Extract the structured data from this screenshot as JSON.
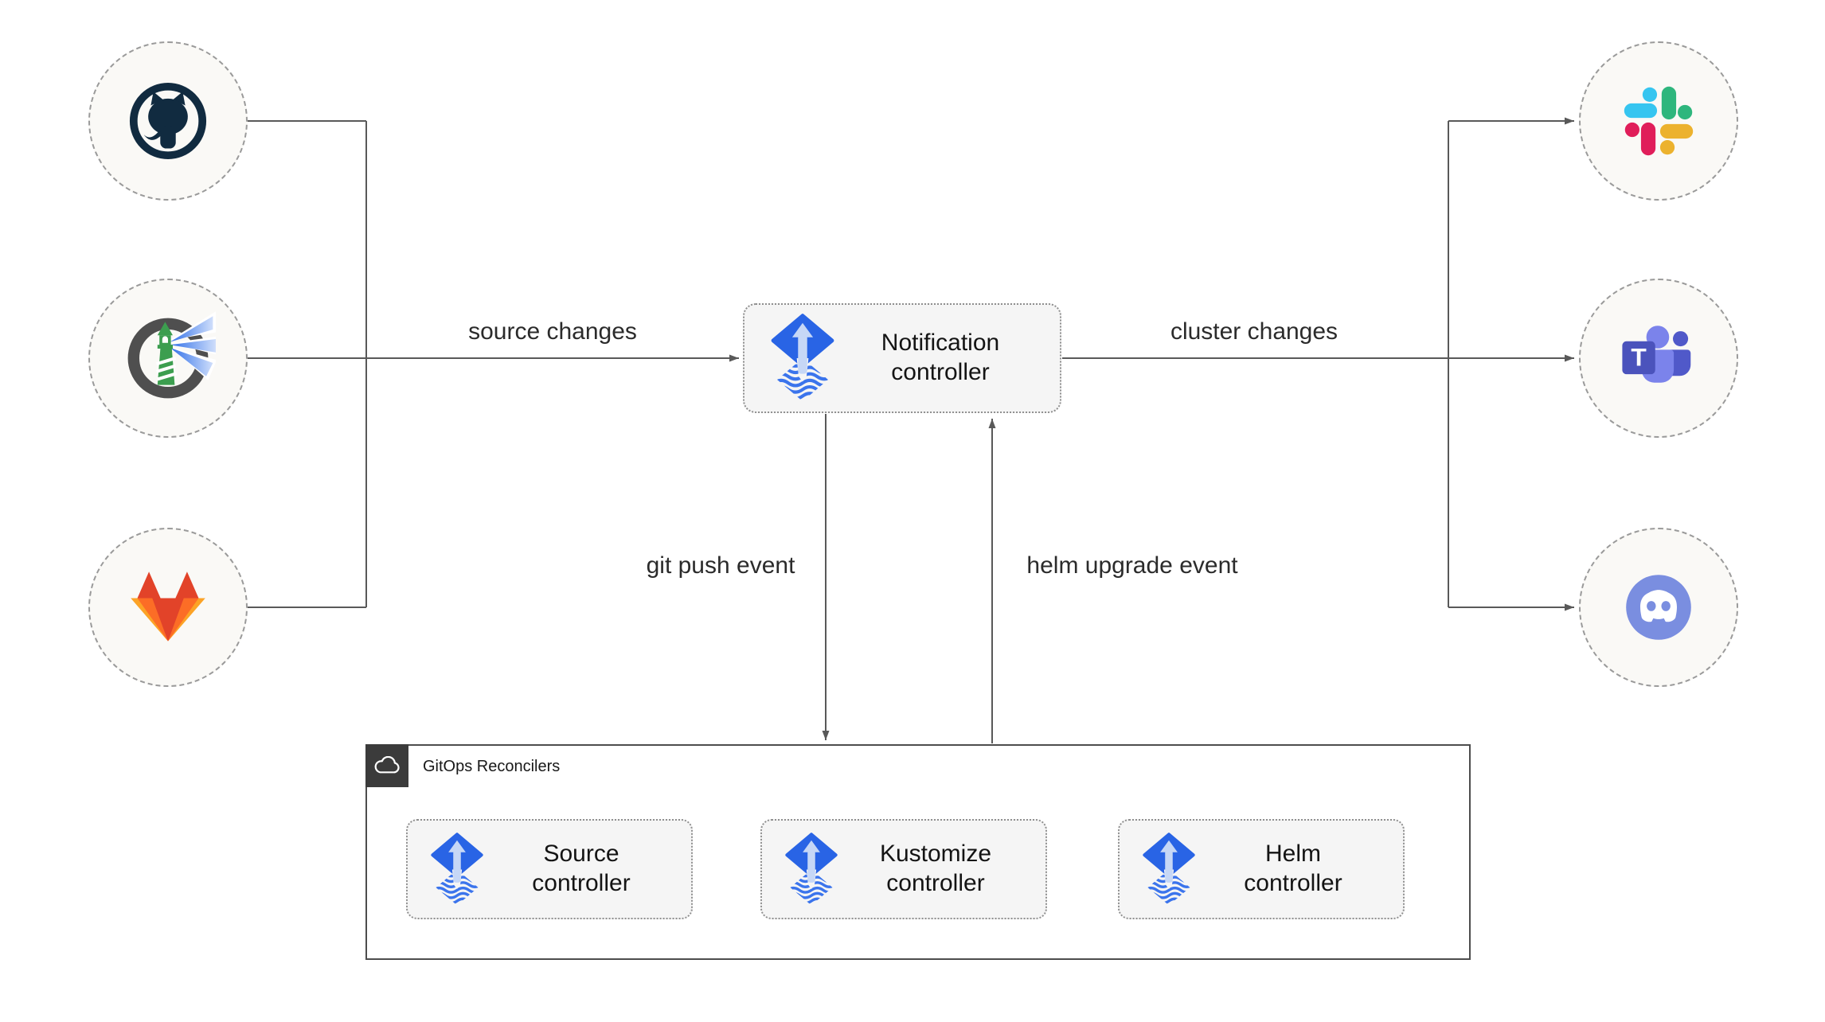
{
  "nodes": {
    "sources": [
      {
        "icon": "github-icon"
      },
      {
        "icon": "harbor-icon"
      },
      {
        "icon": "gitlab-icon"
      }
    ],
    "notification": {
      "icon": "flux-icon",
      "line1": "Notification",
      "line2": "controller"
    },
    "targets": [
      {
        "icon": "slack-icon"
      },
      {
        "icon": "teams-icon",
        "logo_letter": "T"
      },
      {
        "icon": "discord-icon"
      }
    ]
  },
  "edge_labels": {
    "source_changes": "source changes",
    "cluster_changes": "cluster changes",
    "git_push_event": "git push event",
    "helm_upgrade_event": "helm upgrade event"
  },
  "reconcilers": {
    "title": "GitOps Reconcilers",
    "corner_icon": "cloud-icon",
    "boxes": [
      {
        "icon": "flux-icon",
        "line1": "Source",
        "line2": "controller"
      },
      {
        "icon": "flux-icon",
        "line1": "Kustomize",
        "line2": "controller"
      },
      {
        "icon": "flux-icon",
        "line1": "Helm",
        "line2": "controller"
      }
    ]
  },
  "colors": {
    "flux_blue": "#2964E5",
    "flux_arrow_light": "#C6D7F6",
    "edge_gray": "#595959",
    "node_fill": "#FAF9F6",
    "box_fill": "#F5F5F5",
    "container_corner": "#3B3B3B",
    "github_dark": "#112B40",
    "harbor_green": "#3C9E4F",
    "gitlab_red": "#E24329",
    "gitlab_orange": "#FC6D26",
    "gitlab_yellow": "#FCA326",
    "slack_blue": "#36C5F0",
    "slack_green": "#2EB67D",
    "slack_yellow": "#ECB22E",
    "slack_red": "#E01E5A",
    "teams_purple": "#4B53BC",
    "discord_blurple": "#7289DA"
  }
}
